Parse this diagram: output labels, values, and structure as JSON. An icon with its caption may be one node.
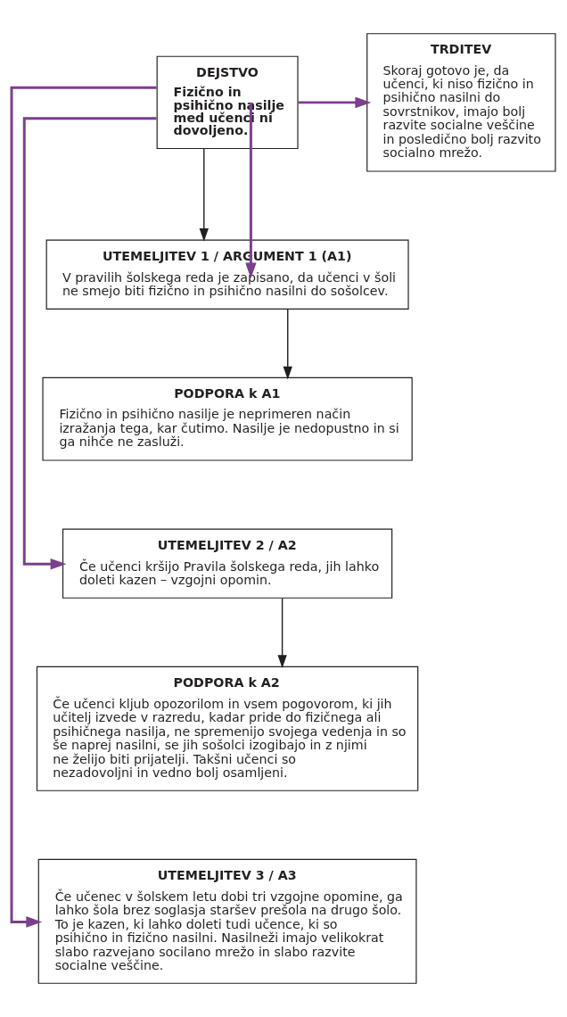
{
  "diagram": {
    "nodes": [
      {
        "text": [
          "DEJSTVO",
          "Fizično in psihično nasilje med učenci ni dovoljeno."
        ]
      },
      {
        "text": [
          "TRDITEV",
          "Skoraj gotovo je, da učenci, ki niso fizično in psihično nasilni do sovrstnikov, imajo bolj razvite socialne veščine in posledično bolj razvito socialno mrežo."
        ]
      },
      {
        "text": [
          "UTEMELJITEV 1 / ARGUMENT 1 (A1)",
          "V pravilih šolskega reda je zapisano, da učenci v šoli ne smejo biti fizično in psihično nasilni do sošolcev."
        ]
      },
      {
        "text": [
          "PODPORA k A1",
          "Fizično in psihično nasilje je neprimeren način izražanja tega, kar čutimo. Nasilje je nedopustno in si ga nihče ne zasluži."
        ]
      },
      {
        "text": [
          "UTEMELJITEV 2 / A2",
          "Če učenci kršijo Pravila šolskega reda, jih lahko doleti kazen – vzgojni opomin."
        ]
      },
      {
        "text": [
          "PODPORA k A2",
          "Če učenci kljub opozorilom in vsem pogovorom, ki jih učitelj izvede v razredu, kadar pride do fizičnega ali psihičnega nasilja, ne spremenijo svojega vedenja in so še naprej nasilni, se jih sošolci izogibajo in z njimi ne želijo biti prijatelji. Takšni učenci so nezadovoljni in vedno bolj osamljeni."
        ]
      },
      {
        "text": [
          "UTEMELJITEV 3 / A3",
          "Če učenec v šolskem letu dobi tri vzgojne opomine, ga lahko šola brez soglasja staršev prešola na drugo šolo. To je kazen, ki lahko doleti tudi učence, ki so psihično in fizično nasilni. Nasilneži imajo velikokrat slabo razvejano socilano mrežo in slabo razvite socialne veščine."
        ]
      }
    ],
    "edges": [
      {
        "from": 0,
        "to": 1,
        "arrow": "to",
        "color": "#7b3f8e"
      },
      {
        "from": 0,
        "to": 2,
        "arrow": "to",
        "color": "#231f20"
      },
      {
        "from": 2,
        "to": 3,
        "arrow": "to",
        "color": "#231f20"
      },
      {
        "from": 4,
        "to": 5,
        "arrow": "to",
        "color": "#231f20"
      },
      {
        "from": 0,
        "to": 2,
        "arrow": "to",
        "color": "#7b3f8e"
      },
      {
        "from": 0,
        "to": 4,
        "arrow": "to",
        "color": "#7b3f8e"
      },
      {
        "from": 0,
        "to": 6,
        "arrow": "to",
        "color": "#7b3f8e"
      }
    ]
  }
}
